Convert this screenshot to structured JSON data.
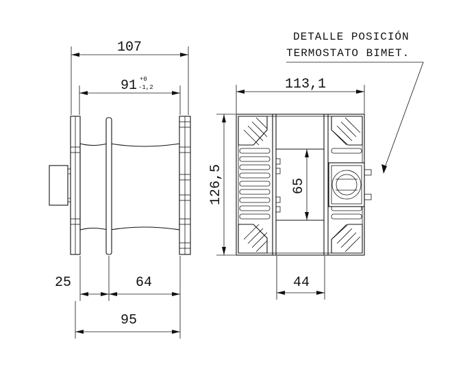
{
  "note": {
    "line1": "DETALLE POSICIÓN",
    "line2": "TERMOSTATO BIMET."
  },
  "dims": {
    "overall_width": "107",
    "inner_width": "91",
    "inner_tol_plus": "+0",
    "inner_tol_minus": "-1,2",
    "left_offset": "25",
    "spool_width": "64",
    "base_width": "95",
    "front_width": "113,1",
    "height": "126,5",
    "inner_height": "65",
    "center_width": "44"
  }
}
